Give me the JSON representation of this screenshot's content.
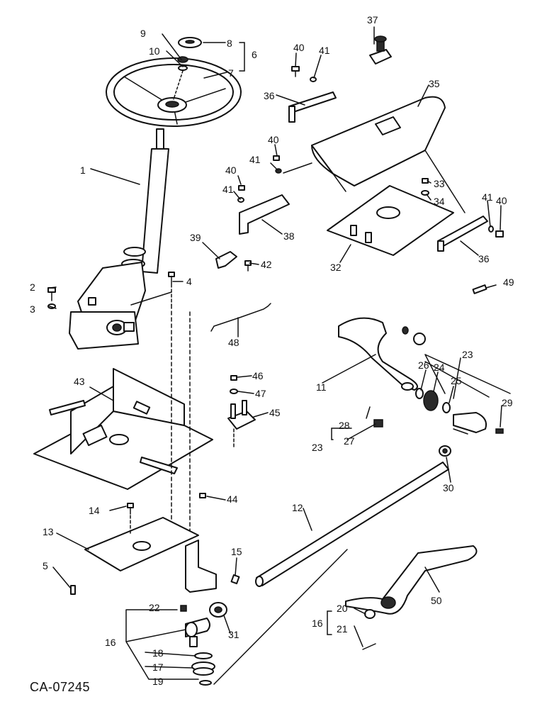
{
  "drawing_code": "CA-07245",
  "callouts": {
    "c1": "1",
    "c2": "2",
    "c3": "3",
    "c4": "4",
    "c5": "5",
    "c6": "6",
    "c7": "7",
    "c8": "8",
    "c9": "9",
    "c10": "10",
    "c11": "11",
    "c12": "12",
    "c13": "13",
    "c14": "14",
    "c15": "15",
    "c16a": "16",
    "c16b": "16",
    "c17": "17",
    "c18": "18",
    "c19": "19",
    "c20": "20",
    "c21": "21",
    "c22": "22",
    "c23a": "23",
    "c23b": "23",
    "c24": "24",
    "c25": "25",
    "c26": "26",
    "c27": "27",
    "c28": "28",
    "c29": "29",
    "c30": "30",
    "c31": "31",
    "c32": "32",
    "c33": "33",
    "c34": "34",
    "c35": "35",
    "c36a": "36",
    "c36b": "36",
    "c37": "37",
    "c38": "38",
    "c39": "39",
    "c40a": "40",
    "c40b": "40",
    "c40c": "40",
    "c40d": "40",
    "c41a": "41",
    "c41b": "41",
    "c41c": "41",
    "c41d": "41",
    "c42": "42",
    "c43": "43",
    "c44": "44",
    "c45": "45",
    "c46": "46",
    "c47": "47",
    "c48": "48",
    "c49": "49",
    "c50": "50"
  }
}
